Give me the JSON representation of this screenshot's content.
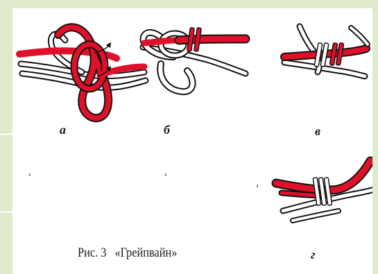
{
  "figure": {
    "panels": [
      {
        "id": "a",
        "label": "а"
      },
      {
        "id": "b",
        "label": "б"
      },
      {
        "id": "v",
        "label": "в"
      },
      {
        "id": "g",
        "label": "г"
      }
    ],
    "caption": {
      "prefix": "Рис. 3",
      "title": "«Грейпвайн»"
    }
  },
  "colors": {
    "rope_red": "#e0102a",
    "rope_outline": "#111111",
    "rope_white": "#ffffff",
    "frame_green": "#dfe9cc"
  }
}
